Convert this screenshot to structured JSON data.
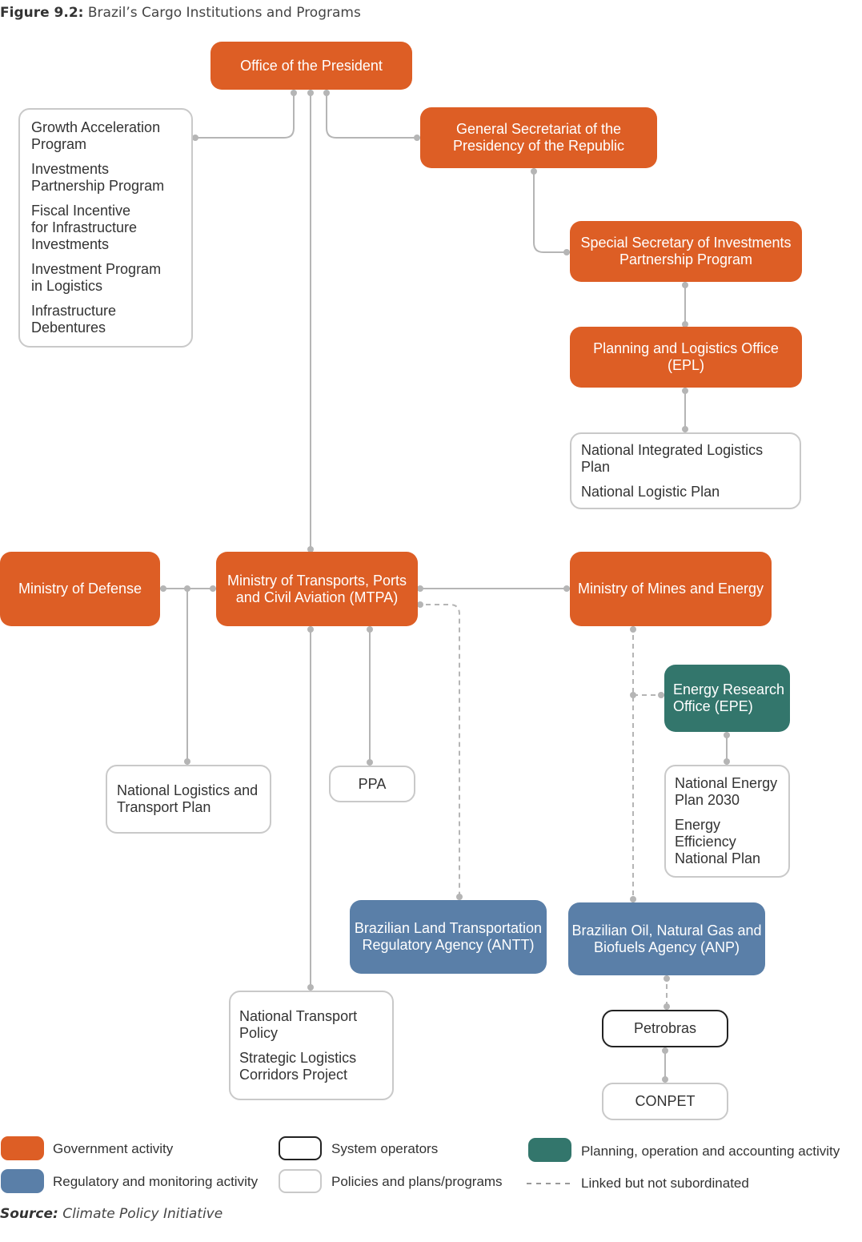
{
  "caption": {
    "label": "Figure 9.2:",
    "title": "Brazil’s Cargo Institutions and Programs"
  },
  "colors": {
    "government": "#dd5e25",
    "regulatory": "#5a7fa8",
    "planning": "#33766c",
    "connector": "#b5b5b5"
  },
  "nodes": {
    "office_president": "Office of the President",
    "general_secretariat": [
      "General Secretariat of the",
      "Presidency of the Republic"
    ],
    "special_secretary": [
      "Special Secretary of Investments",
      "Partnership Program"
    ],
    "epl": [
      "Planning and Logistics Office",
      "(EPL)"
    ],
    "ministry_defense": "Ministry of Defense",
    "mtpa": [
      "Ministry of Transports, Ports",
      "and Civil Aviation (MTPA)"
    ],
    "mme": "Ministry of Mines and Energy",
    "epe": [
      "Energy Research",
      "Office (EPE)"
    ],
    "antt": [
      "Brazilian Land Transportation",
      "Regulatory Agency (ANTT)"
    ],
    "anp": [
      "Brazilian Oil, Natural Gas and",
      "Biofuels Agency (ANP)"
    ],
    "petrobras": "Petrobras",
    "conpet": "CONPET",
    "ppa": "PPA"
  },
  "programs_president": [
    "Growth Acceleration Program",
    "Investments Partnership Program",
    "Fiscal Incentive for Infrastructure Investments",
    "Investment Program in Logistics",
    "Infrastructure Debentures"
  ],
  "programs_epl": [
    "National Integrated Logistics Plan",
    "National Logistic Plan"
  ],
  "programs_defense": [
    "National Logistics and Transport Plan"
  ],
  "programs_mtpa": [
    "National Transport Policy",
    "Strategic Logistics Corridors Project"
  ],
  "programs_epe": [
    "National Energy Plan 2030",
    "Energy Efficiency National Plan"
  ],
  "legend": {
    "government": "Government activity",
    "regulatory": "Regulatory and monitoring activity",
    "system": "System operators",
    "policies": "Policies and plans/programs",
    "planning": "Planning, operation and accounting activity",
    "linked": "Linked but not subordinated"
  },
  "source": {
    "label": "Source:",
    "text": "Climate Policy Initiative"
  }
}
